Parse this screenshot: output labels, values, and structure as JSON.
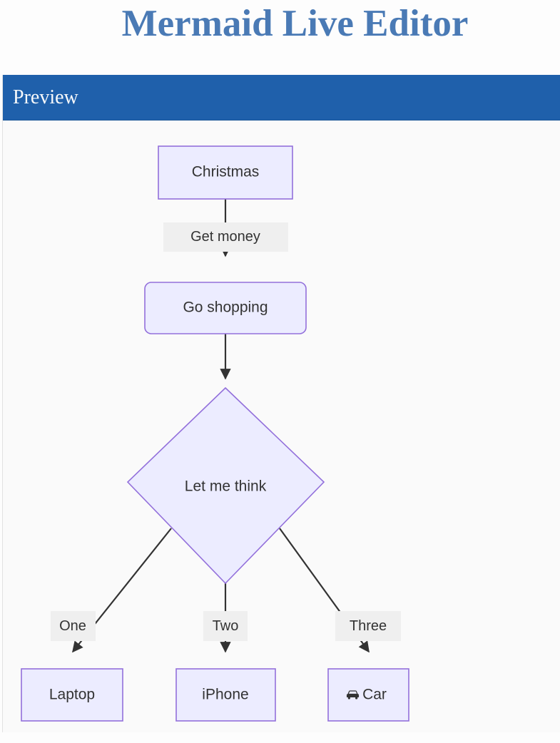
{
  "header": {
    "title": "Mermaid Live Editor"
  },
  "panel": {
    "heading": "Preview"
  },
  "diagram": {
    "type": "flowchart",
    "direction": "TD",
    "theme_colors": {
      "node_fill": "#ececff",
      "node_stroke": "#9370db",
      "edge_stroke": "#333333",
      "edge_label_bg": "#efefef",
      "text": "#333333",
      "panel_heading_bg": "#1f60ab",
      "title_color": "#4a7ab5"
    },
    "nodes": [
      {
        "id": "A",
        "label": "Christmas",
        "shape": "rect"
      },
      {
        "id": "B",
        "label": "Go shopping",
        "shape": "round-rect"
      },
      {
        "id": "C",
        "label": "Let me think",
        "shape": "diamond"
      },
      {
        "id": "D",
        "label": "Laptop",
        "shape": "rect"
      },
      {
        "id": "E",
        "label": "iPhone",
        "shape": "rect"
      },
      {
        "id": "F",
        "label": "Car",
        "shape": "rect",
        "icon": "car-icon"
      }
    ],
    "edges": [
      {
        "from": "A",
        "to": "B",
        "label": "Get money"
      },
      {
        "from": "B",
        "to": "C",
        "label": ""
      },
      {
        "from": "C",
        "to": "D",
        "label": "One"
      },
      {
        "from": "C",
        "to": "E",
        "label": "Two"
      },
      {
        "from": "C",
        "to": "F",
        "label": "Three"
      }
    ]
  }
}
